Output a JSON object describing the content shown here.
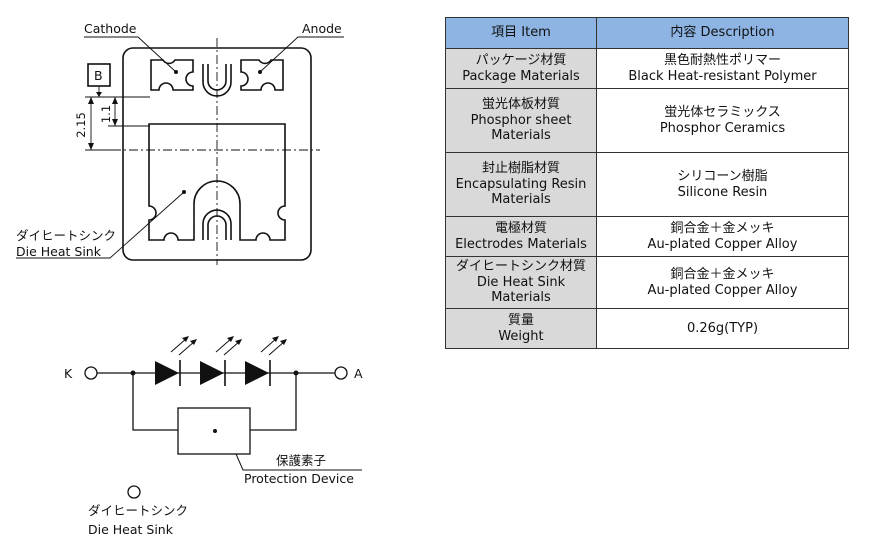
{
  "diagram": {
    "labels": {
      "cathode": "Cathode",
      "anode": "Anode",
      "datum": "B",
      "dim_1": "1.1",
      "dim_2": "2.15",
      "heat_sink_jp": "ダイヒートシンク",
      "heat_sink_en": "Die Heat Sink"
    },
    "circuit": {
      "k_label": "K",
      "a_label": "A",
      "protection_jp": "保護素子",
      "protection_en": "Protection Device",
      "heat_sink_jp": "ダイヒートシンク",
      "heat_sink_en": "Die Heat Sink"
    }
  },
  "table": {
    "header": {
      "item": "項目 Item",
      "description": "内容 Description"
    },
    "rows": [
      {
        "item": [
          "パッケージ材質",
          "Package Materials"
        ],
        "description": [
          "黒色耐熱性ポリマー",
          "Black Heat-resistant Polymer"
        ]
      },
      {
        "item": [
          "蛍光体板材質",
          "Phosphor sheet",
          "Materials"
        ],
        "description": [
          "蛍光体セラミックス",
          "Phosphor Ceramics"
        ]
      },
      {
        "item": [
          "封止樹脂材質",
          "Encapsulating Resin",
          "Materials"
        ],
        "description": [
          "シリコーン樹脂",
          "Silicone Resin"
        ]
      },
      {
        "item": [
          "電極材質",
          "Electrodes Materials"
        ],
        "description": [
          "銅合金＋金メッキ",
          "Au-plated Copper Alloy"
        ]
      },
      {
        "item": [
          "ダイヒートシンク材質",
          "Die Heat Sink",
          "Materials"
        ],
        "description": [
          "銅合金＋金メッキ",
          "Au-plated Copper Alloy"
        ]
      },
      {
        "item": [
          "質量",
          "Weight"
        ],
        "description": [
          "0.26g(TYP)"
        ]
      }
    ]
  }
}
